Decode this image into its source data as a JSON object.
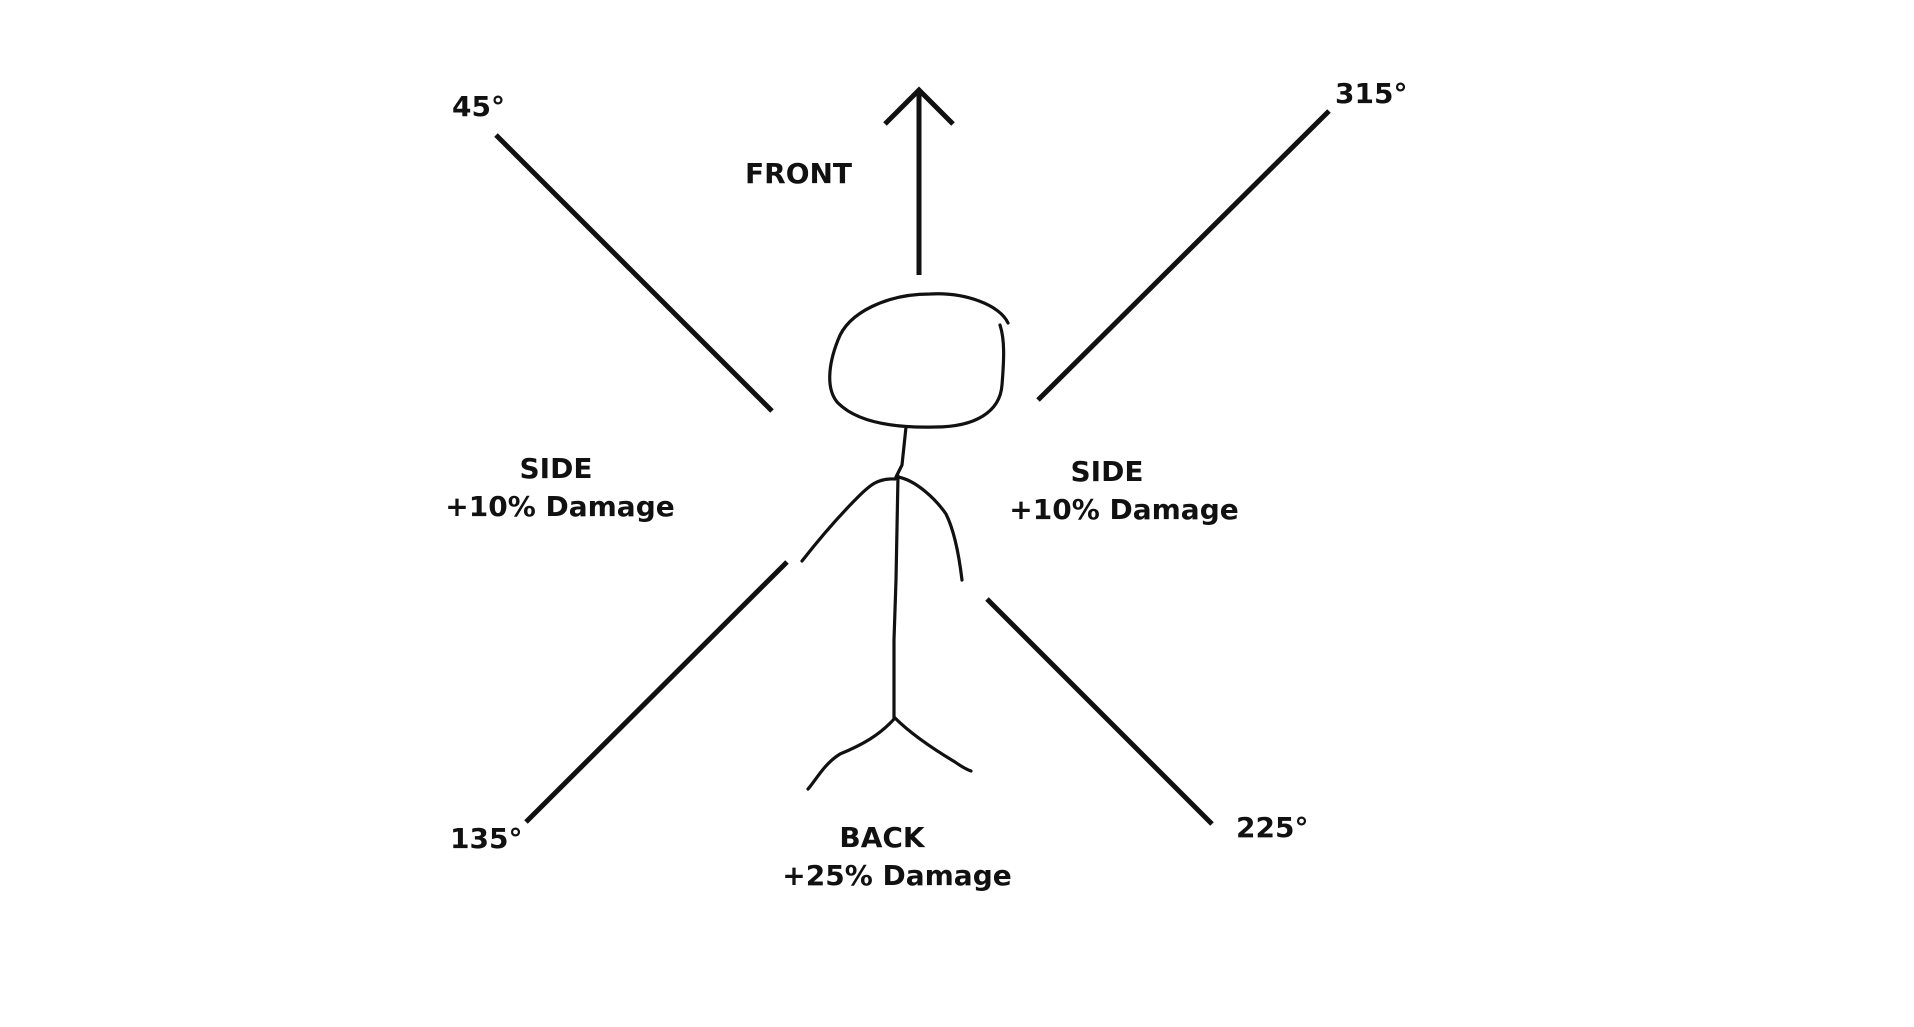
{
  "labels": {
    "angle_45": "45°",
    "angle_315": "315°",
    "angle_135": "135°",
    "angle_225": "225°",
    "front": "FRONT",
    "side_left_title": "SIDE",
    "side_left_damage": "+10% Damage",
    "side_right_title": "SIDE",
    "side_right_damage": "+10% Damage",
    "back_title": "BACK",
    "back_damage": "+25% Damage"
  },
  "colors": {
    "ink": "#111111",
    "background": "#ffffff"
  },
  "icons": {
    "figure": "stick-figure-icon",
    "front_arrow": "arrow-up-icon"
  }
}
